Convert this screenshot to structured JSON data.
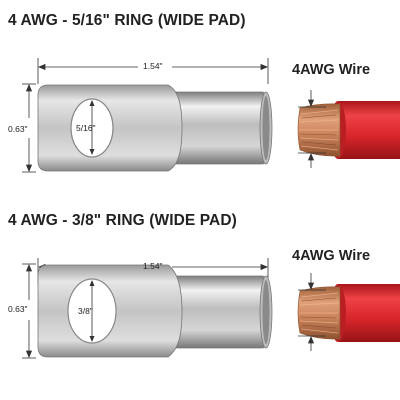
{
  "sections": [
    {
      "title": "4 AWG - 5/16\" RING (WIDE PAD)",
      "width_dim": "1.54\"",
      "height_dim": "0.63\"",
      "hole_dim": "5/16\"",
      "wire_label": "4AWG Wire"
    },
    {
      "title": "4 AWG - 3/8\" RING (WIDE PAD)",
      "width_dim": "1.54\"",
      "height_dim": "0.63\"",
      "hole_dim": "3/8\"",
      "wire_label": "4AWG Wire"
    }
  ],
  "colors": {
    "wire_insulation": "#d8262b",
    "copper": "#c9825a",
    "lug_metal": "#c8c8c8"
  }
}
